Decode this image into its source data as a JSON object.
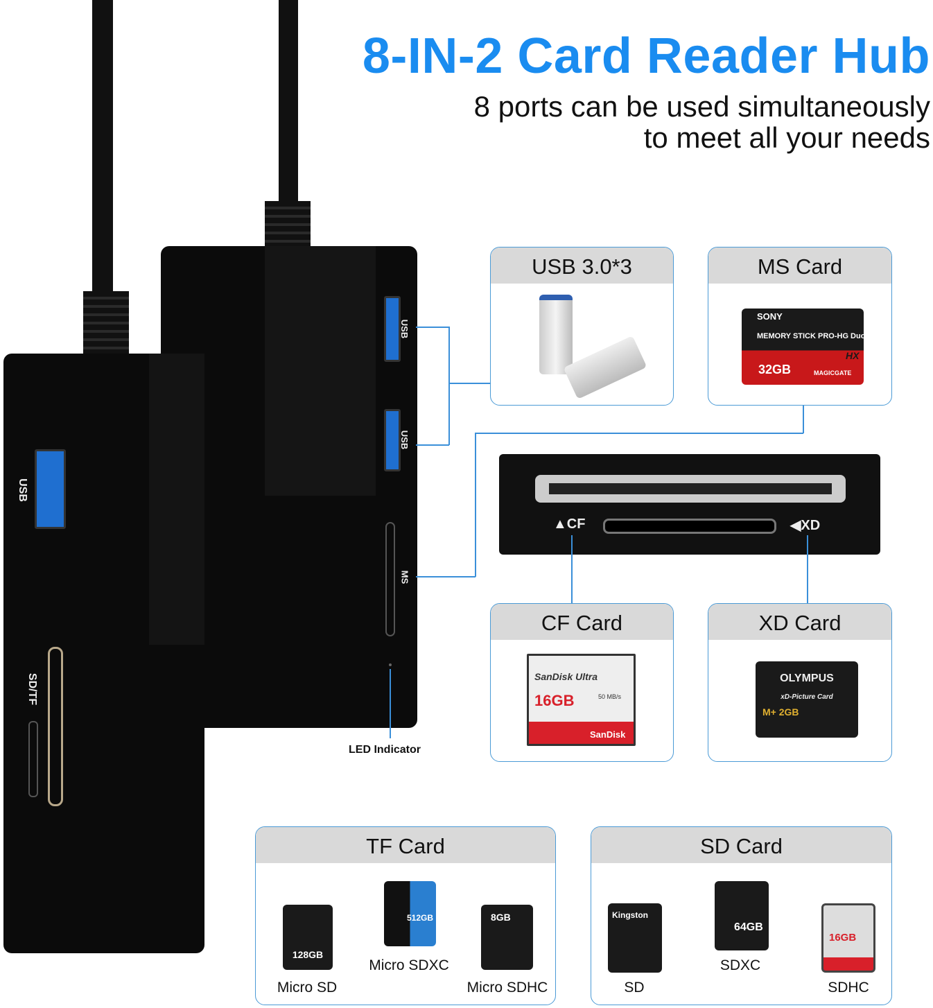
{
  "header": {
    "title": "8-IN-2 Card Reader Hub",
    "subtitle_line1": "8 ports can be used simultaneously",
    "subtitle_line2": "to meet all your needs"
  },
  "colors": {
    "accent": "#1a8cf0",
    "box_border": "#4a9ad6",
    "box_header": "#d9d9d9",
    "connector": "#3a8fd9"
  },
  "hub": {
    "port_labels": [
      "USB",
      "USB",
      "MS",
      "USB",
      "SD/TF"
    ],
    "led_label": "LED Indicator",
    "reader_labels": {
      "cf": "▲CF",
      "xd": "◀XD"
    }
  },
  "boxes": {
    "usb": {
      "title": "USB 3.0*3"
    },
    "ms": {
      "title": "MS Card",
      "card_text": [
        "SONY",
        "MEMORY STICK PRO-HG Duo",
        "HX",
        "32GB",
        "MAGICGATE"
      ]
    },
    "cf": {
      "title": "CF Card",
      "card_text": [
        "SanDisk Ultra",
        "16GB",
        "50 MB/s",
        "SanDisk"
      ]
    },
    "xd": {
      "title": "XD Card",
      "card_text": [
        "OLYMPUS",
        "xD-Picture Card",
        "M+ 2GB"
      ]
    },
    "tf": {
      "title": "TF Card",
      "items": [
        {
          "label": "Micro SD",
          "card": "128GB"
        },
        {
          "label": "Micro SDXC",
          "card": "512GB"
        },
        {
          "label": "Micro SDHC",
          "card": "8GB"
        }
      ]
    },
    "sd": {
      "title": "SD Card",
      "items": [
        {
          "label": "SD",
          "card": "Kingston"
        },
        {
          "label": "SDXC",
          "card": "64GB"
        },
        {
          "label": "SDHC",
          "card": "16GB"
        }
      ]
    }
  }
}
